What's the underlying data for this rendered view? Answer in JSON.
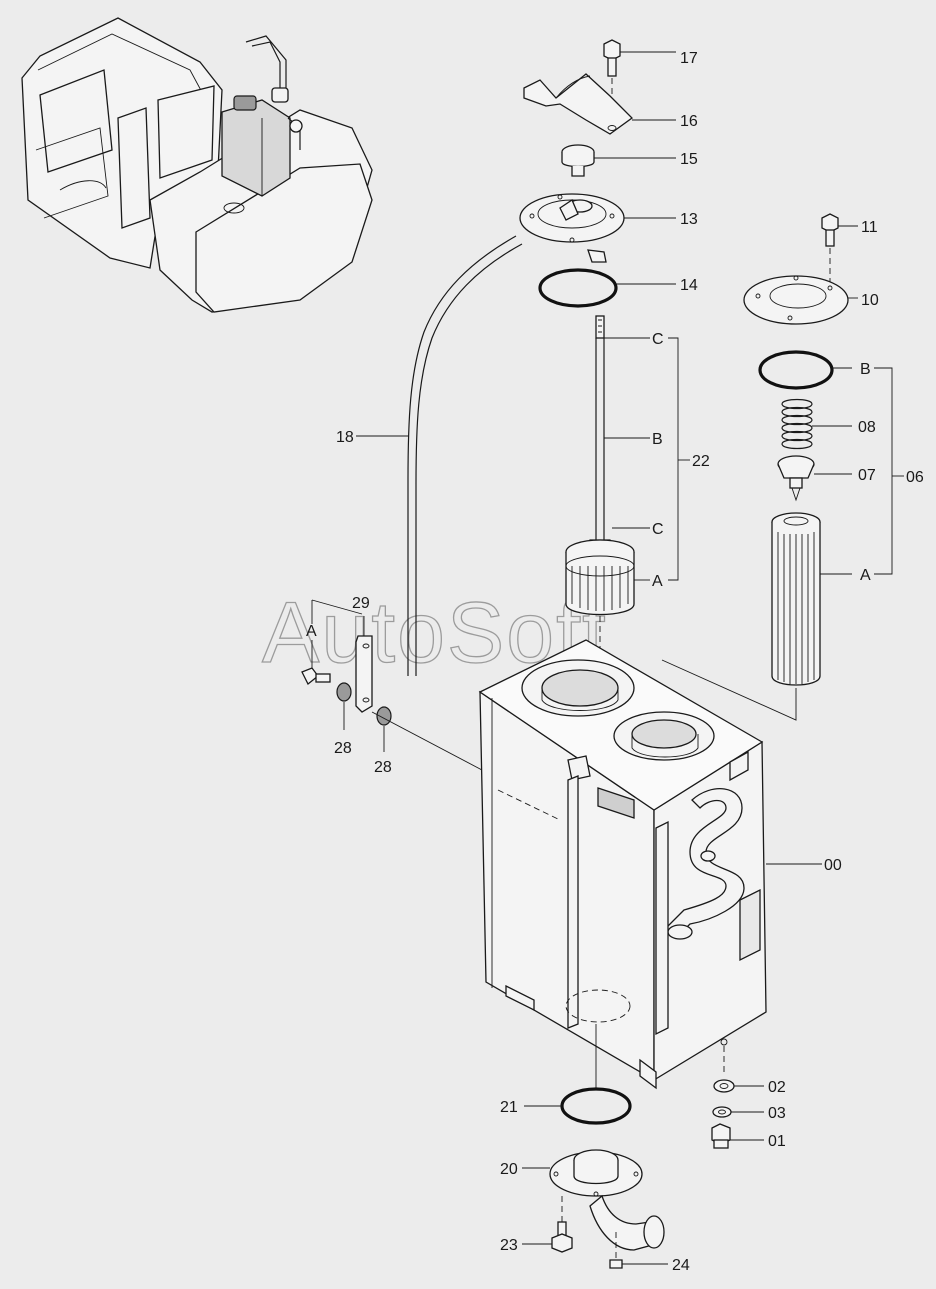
{
  "watermark": "AutoSoft",
  "callouts": {
    "p00": "00",
    "p01": "01",
    "p02": "02",
    "p03": "03",
    "p06": "06",
    "p07": "07",
    "p08": "08",
    "p10": "10",
    "p11": "11",
    "p13": "13",
    "p14": "14",
    "p15": "15",
    "p16": "16",
    "p17": "17",
    "p18": "18",
    "p20": "20",
    "p21": "21",
    "p22": "22",
    "p23": "23",
    "p24": "24",
    "p28a": "28",
    "p28b": "28",
    "p29": "29"
  },
  "letters": {
    "c_top": "C",
    "b_rod": "B",
    "c_low": "C",
    "a_filter": "A",
    "b_right": "B",
    "a_right": "A",
    "a_left": "A"
  }
}
